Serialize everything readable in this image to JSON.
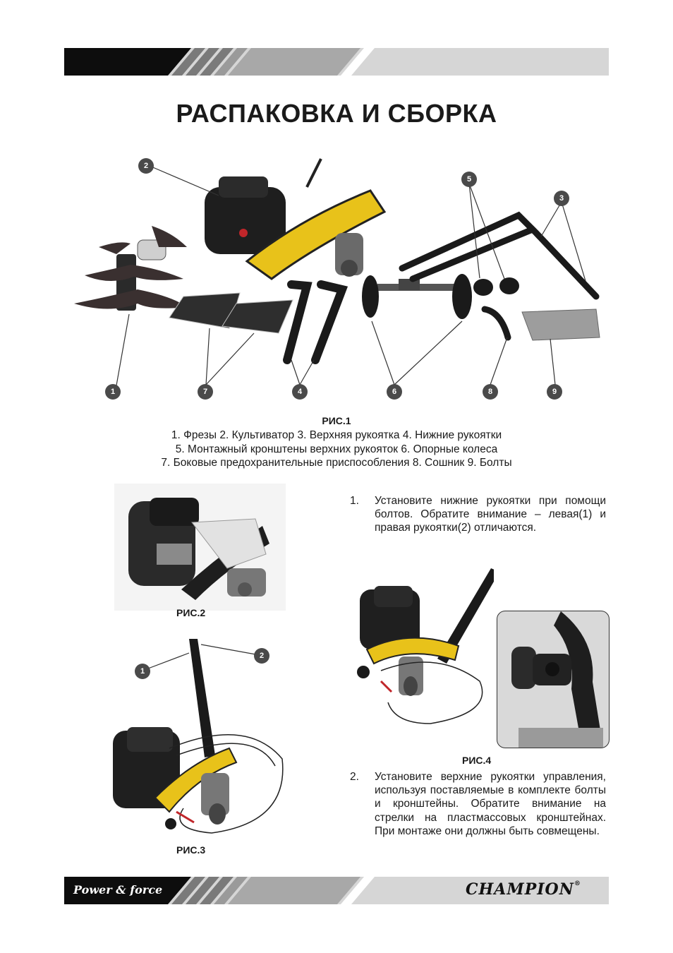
{
  "page": {
    "title": "РАСПАКОВКА И СБОРКА"
  },
  "figure1": {
    "label": "РИС.1",
    "callouts": [
      "1",
      "2",
      "3",
      "4",
      "5",
      "6",
      "7",
      "8",
      "9"
    ],
    "legend_lines": [
      "1. Фрезы  2. Культиватор  3. Верхняя рукоятка  4. Нижние рукоятки",
      "5. Монтажный кронштены верхних рукояток  6. Опорные колеса",
      "7. Боковые предохранительные приспособления   8. Сошник   9. Болты"
    ]
  },
  "figure2": {
    "label": "РИС.2"
  },
  "figure3": {
    "label": "РИС.3",
    "callouts": [
      "1",
      "2"
    ]
  },
  "figure4": {
    "label": "РИС.4"
  },
  "steps": [
    {
      "number": "1.",
      "text": "Установите нижние рукоятки при помо­щи болтов. Обратите внимание – ле­вая(1) и правая рукоятки(2) отличаются."
    },
    {
      "number": "2.",
      "text": "Установите верхние рукоятки управле­ния, используя поставляемые в ком­плекте болты и кронштейны. Обратите внимание на стрелки на пластмассовых кронштейнах. При монтаже они должны быть совмещены."
    }
  ],
  "footer": {
    "slogan": "Power & force",
    "brand": "CHAMPION",
    "brand_mark": "®"
  },
  "colors": {
    "header_black": "#0d0d0d",
    "band_gray": "#d6d6d6",
    "stripe_gray": "#7a7a7a",
    "badge": "#4a4a4a",
    "machine_yellow": "#e8c21a"
  }
}
